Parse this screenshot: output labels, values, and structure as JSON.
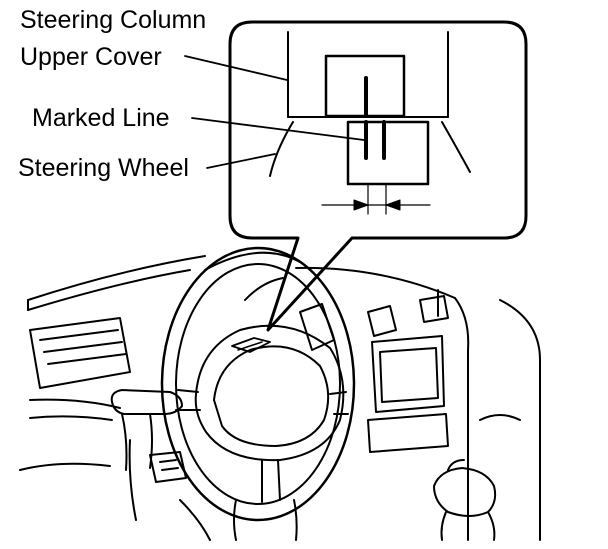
{
  "labels": {
    "steering_column_line1": "Steering Column",
    "steering_column_line2": "Upper Cover",
    "marked_line": "Marked Line",
    "steering_wheel": "Steering Wheel"
  },
  "colors": {
    "ink": "#000000",
    "paper": "#ffffff"
  }
}
